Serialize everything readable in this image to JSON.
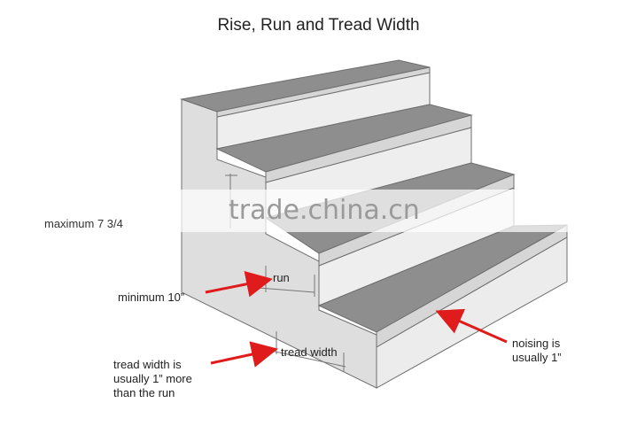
{
  "title": "Rise, Run and Tread Width",
  "labels": {
    "run": "run",
    "minimum": "minimum 10”",
    "tread_width": "tread width",
    "tread_note": "tread width is usually 1” more than the run",
    "nosing_note": "noising is usually 1”",
    "maximum": "maximum 7 3/4"
  },
  "watermark": "trade.china.cn",
  "colors": {
    "tread": "#8e8e8e",
    "riser": "#ececec",
    "side": "#dcdcdc",
    "edge": "#6e6e6e",
    "arrow": "#e01b1b"
  }
}
